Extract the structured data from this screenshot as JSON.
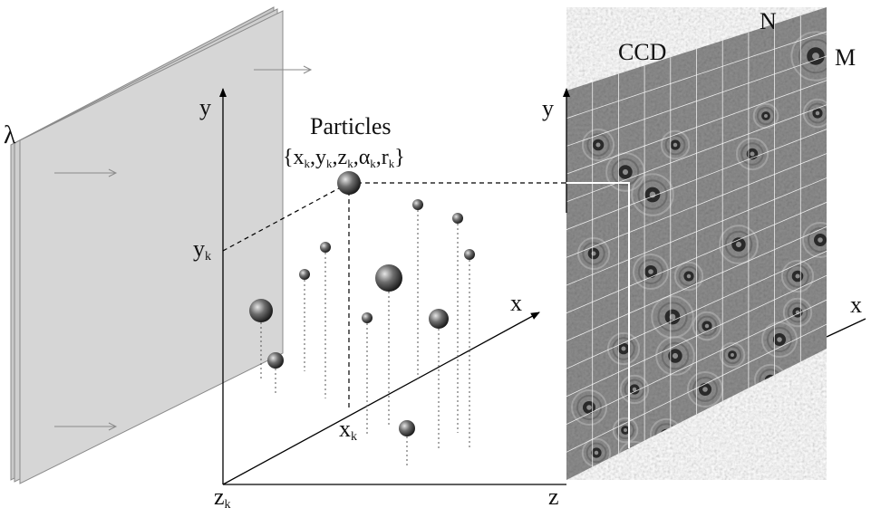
{
  "title": "",
  "wavelength_label": "λ",
  "particles_label": "Particles",
  "particle_params": {
    "open": "{",
    "close": "}",
    "sep": ",",
    "vars": [
      "x",
      "y",
      "z",
      "α",
      "r"
    ],
    "sub": "k"
  },
  "axis_y": "y",
  "axis_x": "x",
  "axis_z": "z",
  "yk_label": {
    "base": "y",
    "sub": "k"
  },
  "xk_label": {
    "base": "x",
    "sub": "k"
  },
  "zk_label": {
    "base": "z",
    "sub": "k"
  },
  "ccd_label": "CCD",
  "ccd_axis_y": "y",
  "ccd_axis_x": "x",
  "ccd_n_label": "N",
  "ccd_m_label": "M",
  "colors": {
    "plane_fill": "#d3d3d3",
    "plane_edge": "#9a9a9a",
    "ccd_bg": "#8c8c8c",
    "line": "#000000",
    "ccd_grid": "#ffffff"
  }
}
